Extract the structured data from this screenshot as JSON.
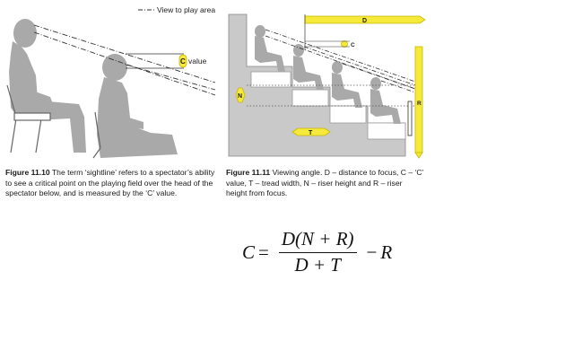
{
  "figure_left": {
    "legend_text": "View to play area",
    "value_label": "value",
    "c_marker": "C",
    "caption_number": "Figure 11.10",
    "caption_text": "The term ‘sightline’ refers to a spectator’s ability to see a critical point on the playing field over the head of the spectator below, and is measured by the ‘C’ value."
  },
  "figure_right": {
    "d_label": "D",
    "c_label": "C",
    "n_label": "N",
    "t_label": "T",
    "r_label": "R",
    "caption_number": "Figure 11.11",
    "caption_text": "Viewing angle. D – distance to focus, C – ‘C’ value, T – tread width, N – riser height and R – riser height from focus."
  },
  "formula": {
    "lhs": "C",
    "equals": "=",
    "numerator": "D(N + R)",
    "denominator": "D + T",
    "minus": "−",
    "rhs": "R"
  },
  "colors": {
    "figure_gray": "#a9a9a9",
    "label_yellow": "#f5e93a",
    "label_outline": "#c8b800",
    "line_dark": "#333333"
  }
}
